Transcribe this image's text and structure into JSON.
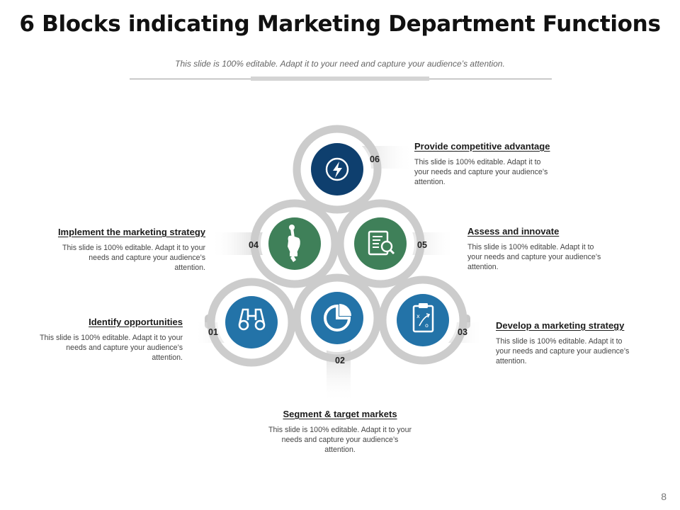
{
  "title": "6 Blocks indicating Marketing Department Functions",
  "subtitle": "This slide is 100% editable. Adapt it to your need and capture your audience’s attention.",
  "page_number": "8",
  "colors": {
    "dark_blue": "#0e3f6e",
    "green": "#3f8059",
    "blue": "#2373a8",
    "ring_gray": "#cccccc"
  },
  "blocks": [
    {
      "number": "01",
      "title": "Identify opportunities",
      "text": "This slide is 100% editable. Adapt it to your needs and capture your audience’s attention.",
      "icon": "binoculars-icon",
      "color": "#2373a8"
    },
    {
      "number": "02",
      "title": "Segment & target markets ",
      "text": "This slide is 100% editable. Adapt it to your needs and capture your audience’s attention.",
      "icon": "pie-chart-icon",
      "color": "#2373a8"
    },
    {
      "number": "03",
      "title": "Develop a marketing strategy",
      "text": "This slide is 100% editable. Adapt it to your needs and capture your audience’s attention.",
      "icon": "clipboard-strategy-icon",
      "color": "#2373a8"
    },
    {
      "number": "04",
      "title": "Implement the marketing strategy",
      "text": "This slide is 100% editable. Adapt it to your needs and capture your audience’s attention.",
      "icon": "hand-wrench-icon",
      "color": "#3f8059"
    },
    {
      "number": "05",
      "title": "Assess and innovate",
      "text": "This slide is 100% editable. Adapt it to your needs and capture your audience’s attention.",
      "icon": "document-magnifier-icon",
      "color": "#3f8059"
    },
    {
      "number": "06",
      "title": "Provide competitive advantage",
      "text": "This slide is 100% editable. Adapt it to your needs and capture your audience’s attention.",
      "icon": "lightning-icon",
      "color": "#0e3f6e"
    }
  ]
}
